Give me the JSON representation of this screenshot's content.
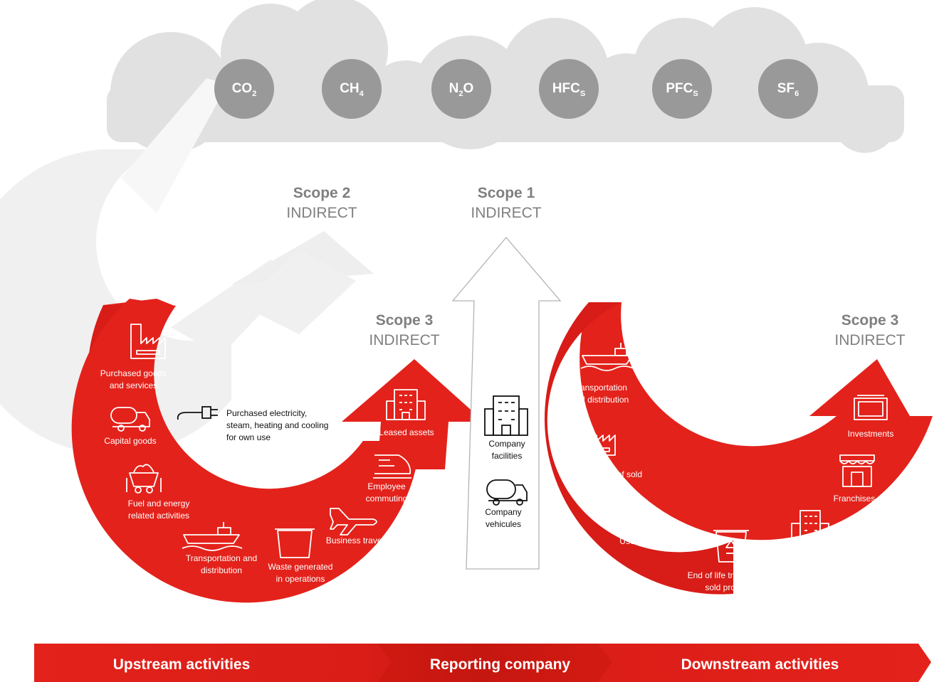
{
  "gases": [
    {
      "base": "CO",
      "sub": "2",
      "suffix": ""
    },
    {
      "base": "CH",
      "sub": "4",
      "suffix": ""
    },
    {
      "base": "N",
      "sub": "2",
      "suffix": "O"
    },
    {
      "base": "HFC",
      "sub": "S",
      "suffix": ""
    },
    {
      "base": "PFC",
      "sub": "S",
      "suffix": ""
    },
    {
      "base": "SF",
      "sub": "6",
      "suffix": ""
    }
  ],
  "scopes": {
    "scope2": {
      "name": "Scope 2",
      "type": "INDIRECT"
    },
    "scope1": {
      "name": "Scope 1",
      "type": "INDIRECT"
    },
    "scope3_upstream": {
      "name": "Scope 3",
      "type": "INDIRECT"
    },
    "scope3_downstream": {
      "name": "Scope 3",
      "type": "INDIRECT"
    }
  },
  "upstream": {
    "purchased_goods": "Purchased goods and services",
    "capital_goods": "Capital goods",
    "fuel_energy": "Fuel and energy related activities",
    "transportation": "Transportation and distribution",
    "waste": "Waste generated in operations",
    "business_travel": "Business travel",
    "employee_commuting": "Employee commuting",
    "leased_assets": "Leased assets"
  },
  "scope2_item": "Purchased electricity, steam, heating and cooling for own use",
  "company": {
    "facilities": "Company facilities",
    "vehicles": "Company vehicules"
  },
  "downstream": {
    "transportation": "Transportation and distribution",
    "processing": "Processing of sold products",
    "use": "Use of sold products",
    "end_of_life": "End of life treatment of sold products",
    "leased_assets": "Leased assets",
    "franchises": "Franchises",
    "investments": "Investments"
  },
  "band": {
    "upstream": "Upstream activities",
    "reporting": "Reporting company",
    "downstream": "Downstream activities"
  },
  "colors": {
    "red": "#e3221b",
    "dark_red": "#c41613",
    "cloud": "#e1e1e1",
    "gas_circle": "#999999",
    "light_arrow": "#f0f0f0",
    "scope_text": "#7f7f7f"
  }
}
